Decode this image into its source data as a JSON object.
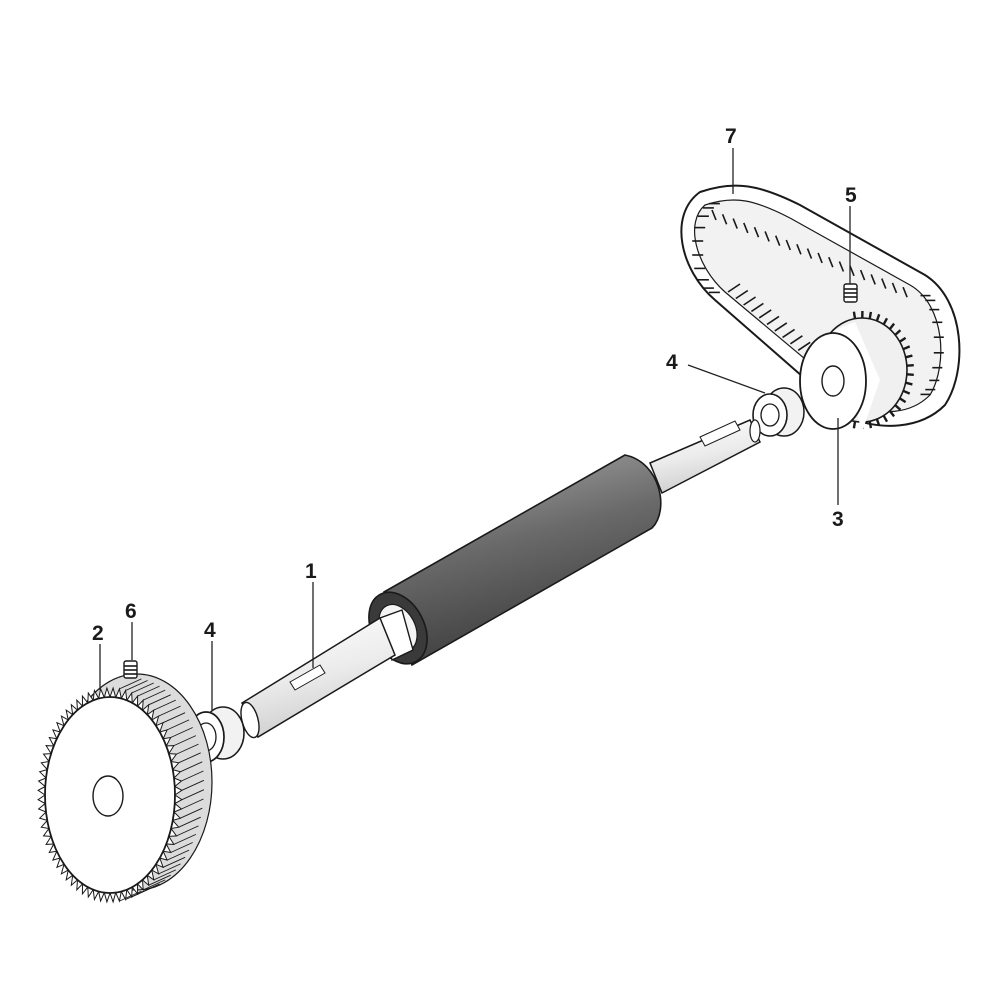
{
  "callouts": {
    "roller_shaft": "1",
    "gear": "2",
    "pulley": "3",
    "bushing_left": "4",
    "bushing_right": "4",
    "set_screw_pulley": "5",
    "set_screw_gear": "6",
    "timing_belt": "7"
  },
  "colors": {
    "roller_dark": "#4a4a4a",
    "roller_light": "#8c8c8c",
    "line": "#1a1a1a",
    "part_fill": "#ffffff",
    "shadow": "#d6d6d6"
  }
}
